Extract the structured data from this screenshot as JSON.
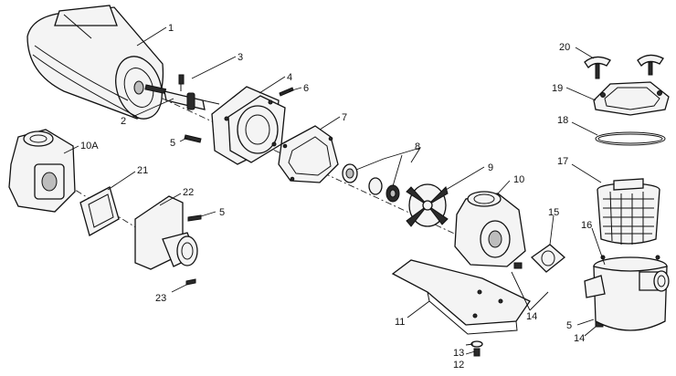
{
  "callouts": [
    {
      "id": "1",
      "label": "1"
    },
    {
      "id": "2",
      "label": "2"
    },
    {
      "id": "3",
      "label": "3"
    },
    {
      "id": "4",
      "label": "4"
    },
    {
      "id": "5a",
      "label": "5"
    },
    {
      "id": "5b",
      "label": "5"
    },
    {
      "id": "5c",
      "label": "5"
    },
    {
      "id": "6",
      "label": "6"
    },
    {
      "id": "7",
      "label": "7"
    },
    {
      "id": "8",
      "label": "8"
    },
    {
      "id": "9",
      "label": "9"
    },
    {
      "id": "10",
      "label": "10"
    },
    {
      "id": "10a",
      "label": "10A"
    },
    {
      "id": "11",
      "label": "11"
    },
    {
      "id": "12",
      "label": "12"
    },
    {
      "id": "13",
      "label": "13"
    },
    {
      "id": "14a",
      "label": "14"
    },
    {
      "id": "14b",
      "label": "14"
    },
    {
      "id": "15",
      "label": "15"
    },
    {
      "id": "16",
      "label": "16"
    },
    {
      "id": "17",
      "label": "17"
    },
    {
      "id": "18",
      "label": "18"
    },
    {
      "id": "19",
      "label": "19"
    },
    {
      "id": "20",
      "label": "20"
    },
    {
      "id": "21",
      "label": "21"
    },
    {
      "id": "22",
      "label": "22"
    },
    {
      "id": "23",
      "label": "23"
    }
  ],
  "icons": {
    "motor": "motor-icon",
    "pump_housing": "pump-housing-icon",
    "impeller": "impeller-icon",
    "strainer_basket": "strainer-basket-icon"
  }
}
